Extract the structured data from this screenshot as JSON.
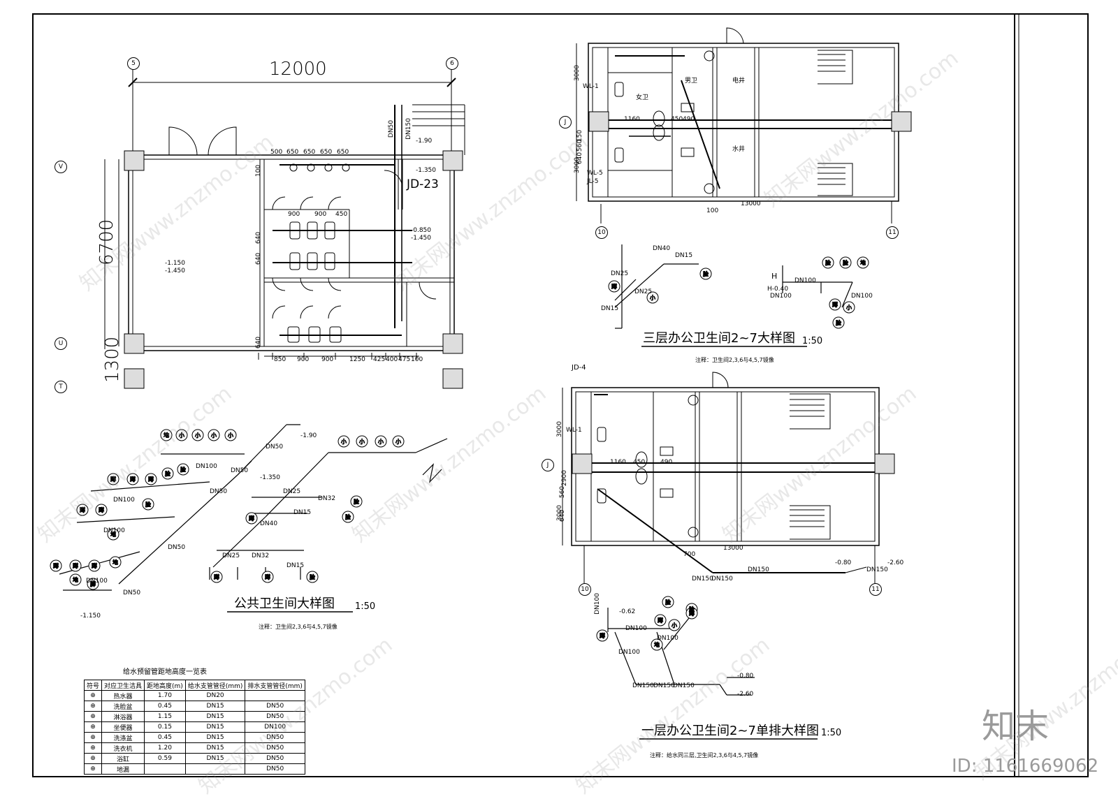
{
  "plan_public": {
    "dim_width": "12000",
    "dim_height": "6700",
    "dim_bottom_bay": "1300",
    "axis_left": "5",
    "axis_right": "6",
    "axis_v": "V",
    "axis_u": "U",
    "axis_t": "T",
    "top_dims": [
      "500",
      "650",
      "650",
      "650",
      "650"
    ],
    "row_dims": [
      "900",
      "900",
      "450"
    ],
    "bottom_dims": [
      "850",
      "900",
      "900",
      "1250",
      "425",
      "400",
      "475",
      "100"
    ],
    "left_dims": [
      "100",
      "640",
      "640",
      "640"
    ],
    "riser_label": "JD-23",
    "elev_1": "-1.90",
    "elev_2": "-1.350",
    "elev_3": "-0.850",
    "elev_4": "-1.450",
    "elev_5": "-1.150",
    "elev_6": "-1.450",
    "pipe_dn": "DN50",
    "pipe_dn2": "DN150"
  },
  "public_title": "公共卫生间大样图",
  "public_scale": "1:50",
  "public_note": "注释：卫生间2,3,6与4,5,7镜像",
  "iso_public": {
    "labels_a": [
      "地",
      "小",
      "小",
      "小",
      "小"
    ],
    "labels_b": [
      "蹲",
      "蹲",
      "蹲",
      "脸",
      "脸"
    ],
    "labels_c": [
      "蹲",
      "蹲",
      "脸"
    ],
    "labels_d": [
      "蹲",
      "蹲",
      "蹲",
      "地"
    ],
    "labels_e": [
      "地",
      "脚"
    ],
    "labels_f": [
      "小",
      "小",
      "小",
      "小"
    ],
    "dn_labels": [
      "DN100",
      "DN100",
      "DN100",
      "DN50",
      "DN50",
      "DN50",
      "DN50",
      "DN100",
      "DN50",
      "DN25",
      "DN32",
      "DN40",
      "DN15",
      "DN25",
      "DN32",
      "DN15"
    ],
    "elev": [
      "-1.90",
      "-1.350",
      "-1.150"
    ]
  },
  "plan_third": {
    "axis_j": "J",
    "axis_10": "10",
    "axis_11": "11",
    "dims_left": [
      "3000",
      "150",
      "560",
      "640",
      "3000"
    ],
    "dims_mid": [
      "1160",
      "450",
      "490",
      "100",
      "13000"
    ],
    "wl_1": "WL-1",
    "wl_5": "WL-5",
    "jl_5": "JL-5",
    "room_labels": [
      "女卫",
      "男卫",
      "电井",
      "水井"
    ]
  },
  "third_title": "三层办公卫生间2~7大样图",
  "third_scale": "1:50",
  "third_note": "注释：卫生间2,3,6与4,5,7镜像",
  "iso_third": {
    "dn": [
      "DN40",
      "DN15",
      "DN25",
      "DN25",
      "DN15",
      "DN100",
      "DN100",
      "DN100"
    ],
    "circles": [
      "蹲",
      "小",
      "脸",
      "脸",
      "脸",
      "蹲",
      "小",
      "脸",
      "地"
    ],
    "h_label": "H",
    "h_elev": "H-0.40"
  },
  "plan_first": {
    "jd_label": "JD-4",
    "wl_label": "WL-1",
    "axis_j": "J",
    "axis_10": "10",
    "axis_11": "11",
    "dims_left": [
      "3000",
      "2900",
      "560",
      "640",
      "3000"
    ],
    "dims_mid": [
      "1160",
      "450",
      "490",
      "700",
      "13000"
    ],
    "dn_bottom": [
      "DN150",
      "DN150",
      "DN150",
      "DN150"
    ],
    "elev_a": "-0.80",
    "elev_b": "-2.60"
  },
  "first_title": "一层办公卫生间2~7单排大样图",
  "first_scale": "1:50",
  "first_note": "注释：给水同三层,卫生间2,3,6与4,5,7镜像",
  "iso_first": {
    "circles": [
      "脸",
      "蹲",
      "小",
      "脸",
      "地",
      "蹲",
      "蹲"
    ],
    "dn": [
      "DN100",
      "DN100",
      "DN100",
      "DN150",
      "DN150",
      "DN150",
      "DN100"
    ],
    "elev": [
      "-0.62",
      "-0.80",
      "-2.60"
    ]
  },
  "table": {
    "title": "给水预留管距地高度一览表",
    "headers": [
      "符号",
      "对应卫生洁具",
      "距地高度(m)",
      "给水支管管径(mm)",
      "排水支管管径(mm)"
    ],
    "rows": [
      [
        "⊕",
        "热水器",
        "1.70",
        "DN20",
        ""
      ],
      [
        "⊕",
        "洗脸盆",
        "0.45",
        "DN15",
        "DN50"
      ],
      [
        "⊕",
        "淋浴器",
        "1.15",
        "DN15",
        "DN50"
      ],
      [
        "⊕",
        "坐便器",
        "0.15",
        "DN15",
        "DN100"
      ],
      [
        "⊕",
        "洗涤盆",
        "0.45",
        "DN15",
        "DN50"
      ],
      [
        "⊕",
        "洗衣机",
        "1.20",
        "DN15",
        "DN50"
      ],
      [
        "⊕",
        "浴缸",
        "0.59",
        "DN15",
        "DN50"
      ],
      [
        "⊕",
        "地漏",
        "",
        "",
        "DN50"
      ]
    ]
  },
  "brand_logo": "知末",
  "brand_id": "ID: 1161669062",
  "watermark_text": "知末网www.znzmo.com"
}
